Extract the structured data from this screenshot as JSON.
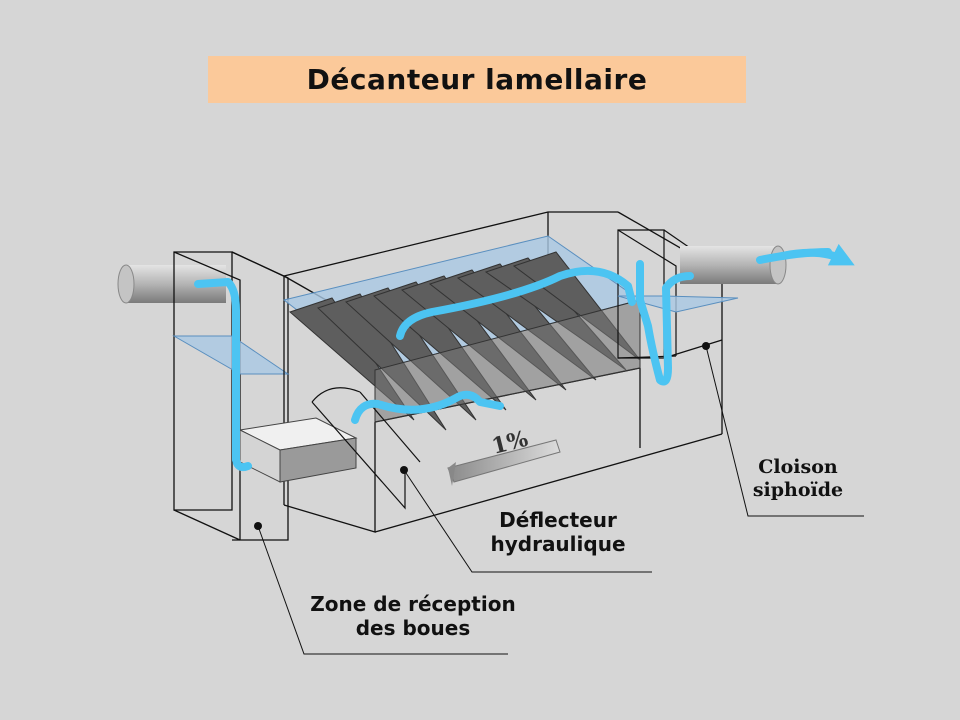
{
  "title": "Décanteur lamellaire",
  "labels": {
    "cloison": {
      "line1": "Cloison",
      "line2": "siphoïde"
    },
    "deflecteur": {
      "line1": "Déflecteur",
      "line2": "hydraulique"
    },
    "zone": {
      "line1": "Zone de réception",
      "line2": "des boues"
    }
  },
  "slope": "1%",
  "colors": {
    "background": "#d6d6d6",
    "title_bg": "#fbc99a",
    "water": "#a9c8e4",
    "flow": "#4cc4f2",
    "plates": "#5e5e5e",
    "pipe": "#a8a8a8"
  }
}
